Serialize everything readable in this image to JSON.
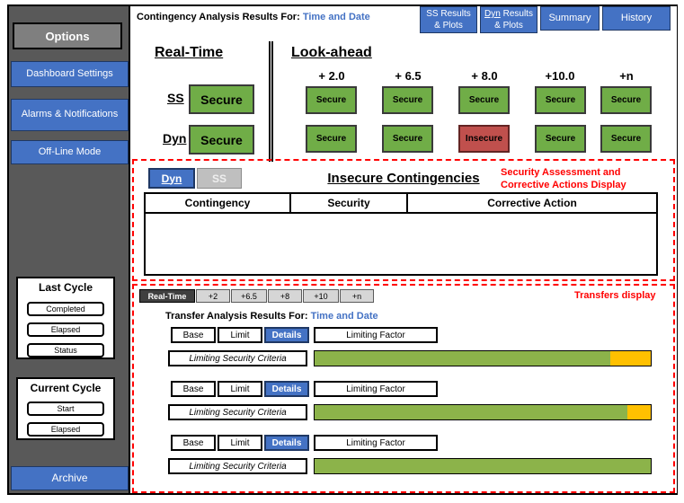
{
  "colors": {
    "accent_blue": "#4472C4",
    "secure_green": "#70AD47",
    "insecure_red": "#C0504D",
    "bar_green": "#8CB34A",
    "bar_orange": "#FFC000",
    "annotation_red": "#FF0000",
    "sidebar_gray": "#595959"
  },
  "sidebar": {
    "options_label": "Options",
    "items": [
      "Dashboard Settings",
      "Alarms & Notifications",
      "Off-Line Mode"
    ],
    "last_cycle": {
      "title": "Last Cycle",
      "buttons": [
        "Completed",
        "Elapsed",
        "Status"
      ]
    },
    "current_cycle": {
      "title": "Current Cycle",
      "buttons": [
        "Start",
        "Elapsed"
      ]
    },
    "archive_label": "Archive"
  },
  "header": {
    "title_prefix": "Contingency Analysis Results For:",
    "title_datetime": "Time and Date",
    "nav_ss": {
      "line1": "SS Results",
      "line2": "& Plots"
    },
    "nav_dyn": {
      "line1_underlined": "Dyn",
      "line1_rest": "Results",
      "line2": "& Plots"
    },
    "nav_summary": "Summary",
    "nav_history": "History"
  },
  "realtime": {
    "heading": "Real-Time",
    "rows": [
      {
        "label": "SS",
        "status": "Secure"
      },
      {
        "label": "Dyn",
        "status": "Secure"
      }
    ]
  },
  "lookahead": {
    "heading": "Look-ahead",
    "columns": [
      "+ 2.0",
      "+ 6.5",
      "+ 8.0",
      "+10.0",
      "+n"
    ],
    "ss_statuses": [
      "Secure",
      "Secure",
      "Secure",
      "Secure",
      "Secure"
    ],
    "dyn_statuses": [
      "Secure",
      "Secure",
      "Insecure",
      "Secure",
      "Secure"
    ]
  },
  "security_panel": {
    "annotation_line1": "Security Assessment and",
    "annotation_line2": "Corrective Actions Display",
    "tabs": [
      "Dyn",
      "SS"
    ],
    "active_tab": "Dyn",
    "title": "Insecure Contingencies",
    "table_headers": [
      "Contingency",
      "Security",
      "Corrective Action"
    ],
    "table_rows": []
  },
  "transfers_panel": {
    "annotation": "Transfers display",
    "tabs": [
      "Real-Time",
      "+2",
      "+6.5",
      "+8",
      "+10",
      "+n"
    ],
    "active_tab": "Real-Time",
    "subtitle_prefix": "Transfer Analysis Results For:",
    "subtitle_datetime": "Time and Date",
    "group_buttons": [
      "Base",
      "Limit",
      "Details"
    ],
    "active_group_button": "Details",
    "factor_label": "Limiting Factor",
    "criteria_label": "Limiting Security Criteria",
    "bars": [
      {
        "green_pct": 88,
        "orange_pct": 12
      },
      {
        "green_pct": 93,
        "orange_pct": 7
      },
      {
        "green_pct": 100,
        "orange_pct": 0
      }
    ]
  }
}
